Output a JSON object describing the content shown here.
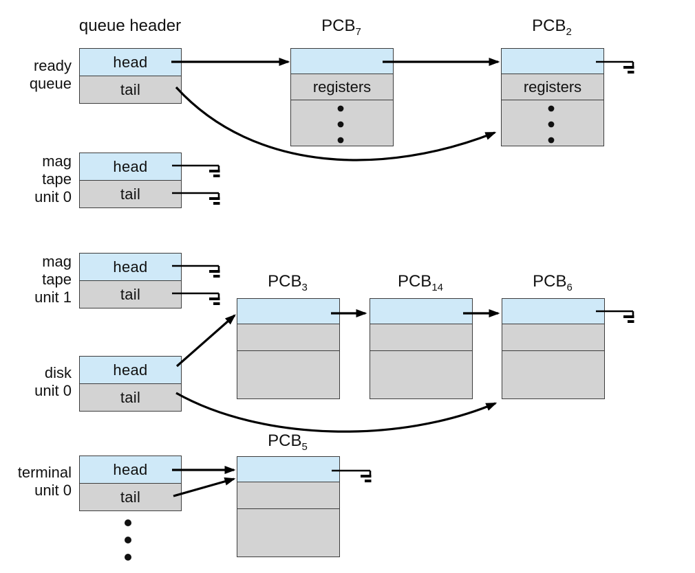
{
  "figure": {
    "queue_header_title": "queue header"
  },
  "queues": [
    {
      "label": "ready\nqueue",
      "head_label": "head",
      "tail_label": "tail"
    },
    {
      "label": "mag\ntape\nunit 0",
      "head_label": "head",
      "tail_label": "tail"
    },
    {
      "label": "mag\ntape\nunit 1",
      "head_label": "head",
      "tail_label": "tail"
    },
    {
      "label": "disk\nunit 0",
      "head_label": "head",
      "tail_label": "tail"
    },
    {
      "label": "terminal\nunit 0",
      "head_label": "head",
      "tail_label": "tail"
    }
  ],
  "pcbs": [
    {
      "base": "PCB",
      "sub": "7",
      "registers_label": "registers"
    },
    {
      "base": "PCB",
      "sub": "2",
      "registers_label": "registers"
    },
    {
      "base": "PCB",
      "sub": "3"
    },
    {
      "base": "PCB",
      "sub": "14"
    },
    {
      "base": "PCB",
      "sub": "6"
    },
    {
      "base": "PCB",
      "sub": "5"
    }
  ],
  "colors": {
    "pointer_row_fill": "#cfe9f8",
    "body_row_fill": "#d3d3d3",
    "box_border": "#3b3b3b",
    "line_color": "#000000",
    "background": "#ffffff"
  }
}
